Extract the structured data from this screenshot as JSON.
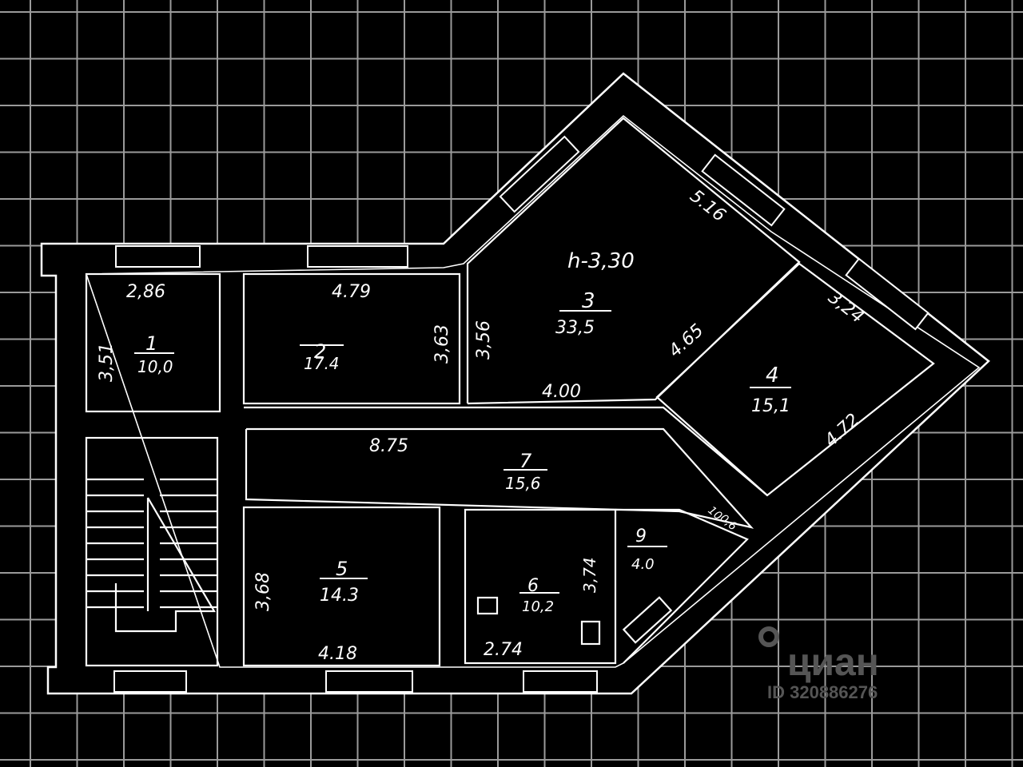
{
  "plan": {
    "ceiling_height": "h-3,30",
    "rooms": [
      {
        "number": "1",
        "area": "10,0",
        "dims": [
          "2,86",
          "3,51"
        ]
      },
      {
        "number": "2",
        "area": "17.4",
        "dims": [
          "4.79",
          "3,63"
        ]
      },
      {
        "number": "3",
        "area": "33,5",
        "dims": [
          "5.16",
          "3,56",
          "4.65",
          "4.00"
        ]
      },
      {
        "number": "4",
        "area": "15,1",
        "dims": [
          "3,24",
          "4.72"
        ]
      },
      {
        "number": "5",
        "area": "14.3",
        "dims": [
          "3,68",
          "4.18"
        ]
      },
      {
        "number": "6",
        "area": "10,2",
        "dims": [
          "3,74",
          "2.74"
        ]
      },
      {
        "number": "7",
        "area": "15,6",
        "dims": [
          "8.75"
        ]
      },
      {
        "number": "9",
        "area": "4.0",
        "dims": []
      },
      {
        "number": "10",
        "area": "0,6",
        "dims": []
      }
    ]
  },
  "colors": {
    "background": "#000000",
    "grid": "#9a9a9a",
    "lines": "#ffffff",
    "watermark": "#555555"
  },
  "watermark": {
    "brand": "циан",
    "id_text": "ID 320886276"
  }
}
